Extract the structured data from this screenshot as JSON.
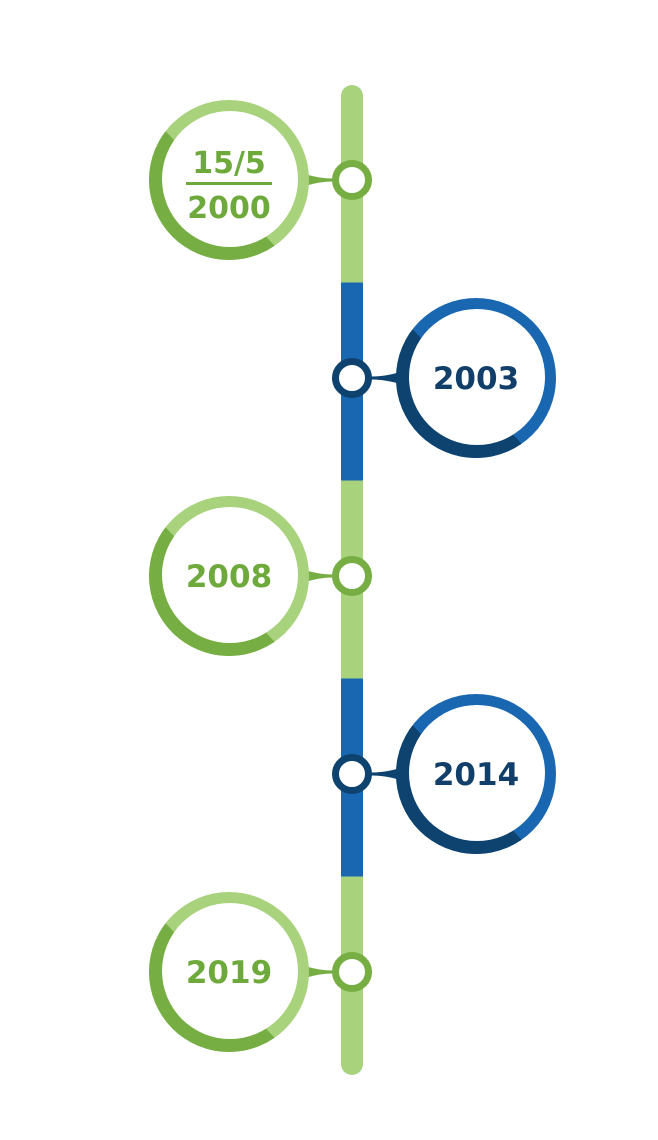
{
  "colors": {
    "green_light": "#a8d27c",
    "green_dark": "#77ae43",
    "green_text": "#6eaa3b",
    "blue_light": "#1a67b1",
    "blue_dark": "#0e426f",
    "blue_text": "#113f6a"
  },
  "events": [
    {
      "label_top": "15/5",
      "label_bottom": "2000",
      "side": "left",
      "theme": "green"
    },
    {
      "label": "2003",
      "side": "right",
      "theme": "blue"
    },
    {
      "label": "2008",
      "side": "left",
      "theme": "green"
    },
    {
      "label": "2014",
      "side": "right",
      "theme": "blue"
    },
    {
      "label": "2019",
      "side": "left",
      "theme": "green"
    }
  ]
}
